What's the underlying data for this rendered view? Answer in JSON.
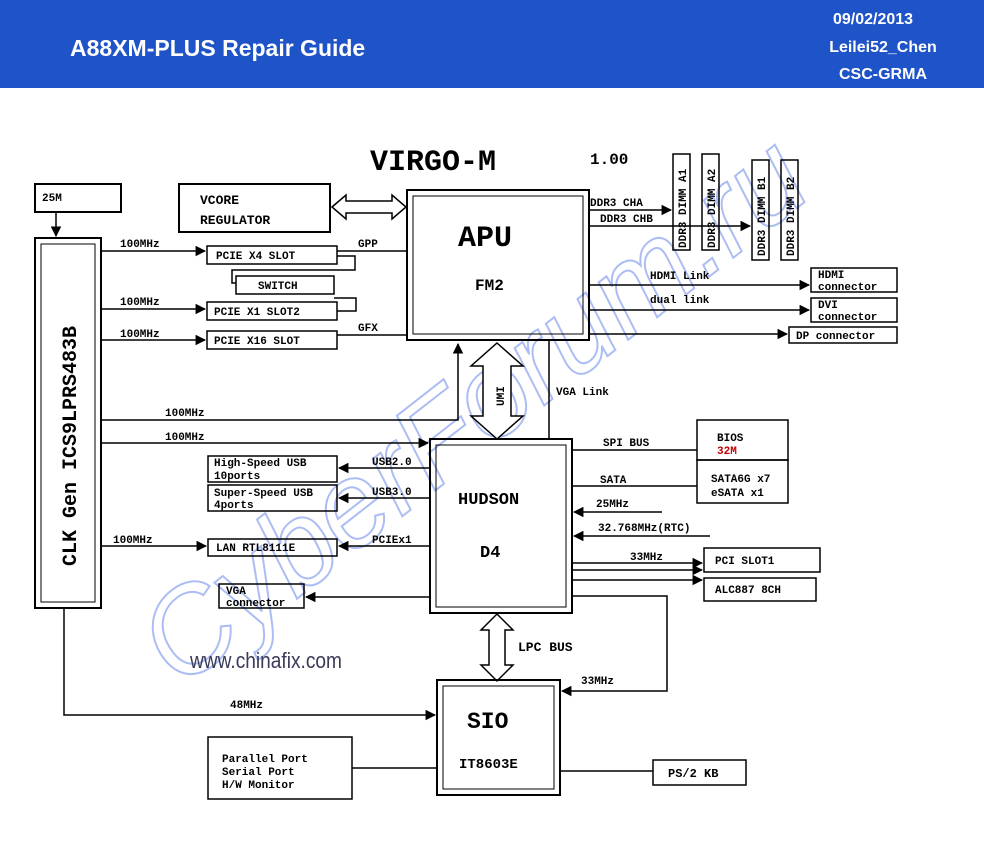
{
  "header": {
    "title": "A88XM-PLUS Repair Guide",
    "date": "09/02/2013",
    "author": "Leilei52_Chen",
    "dept": "CSC-GRMA",
    "bg_color": "#1f53c8"
  },
  "diagram": {
    "title": "VIRGO-M",
    "version": "1.00",
    "clk_osc": "25M",
    "clk_gen": "CLK Gen ICS9LPRS483B",
    "vcore": [
      "VCORE",
      "REGULATOR"
    ],
    "apu": {
      "name": "APU",
      "socket": "FM2"
    },
    "hudson": {
      "name": "HUDSON",
      "rev": "D4"
    },
    "sio": {
      "name": "SIO",
      "chip": "IT8603E"
    },
    "slots": {
      "pcie_x4": "PCIE X4 SLOT",
      "switch": "SWITCH",
      "pcie_x1": "PCIE X1 SLOT2",
      "pcie_x16": "PCIE X16 SLOT"
    },
    "clock_labels": {
      "pcie_x4": "100MHz",
      "pcie_x1": "100MHz",
      "pcie_x16": "100MHz",
      "apu": "100MHz",
      "hudson": "100MHz",
      "lan": "100MHz",
      "sio": "48MHz"
    },
    "apu_links": {
      "gpp": "GPP",
      "gfx": "GFX",
      "ddr3_cha": "DDR3 CHA",
      "ddr3_chb": "DDR3 CHB",
      "hdmi_link": "HDMI Link",
      "dual_link": "dual link",
      "umi": "UMI",
      "vga_link": "VGA Link"
    },
    "dimms": [
      "DDR3 DIMM A1",
      "DDR3 DIMM A2",
      "DDR3 DIMM B1",
      "DDR3 DIMM B2"
    ],
    "outputs": {
      "hdmi": [
        "HDMI",
        "connector"
      ],
      "dvi": [
        "DVI",
        "connector"
      ],
      "dp": "DP connector",
      "vga": [
        "VGA",
        "connector"
      ]
    },
    "hudson_left": {
      "usb2_box": [
        "High-Speed USB",
        "10ports"
      ],
      "usb2_label": "USB2.0",
      "usb3_box": [
        "Super-Speed USB",
        "4ports"
      ],
      "usb3_label": "USB3.0",
      "lan_box": "LAN RTL8111E",
      "lan_label": "PCIEx1"
    },
    "hudson_right": {
      "spi_bus": "SPI BUS",
      "bios": [
        "BIOS",
        "32M"
      ],
      "sata": "SATA",
      "sata_box": [
        "SATA6G x7",
        "eSATA x1"
      ],
      "clk25": "25MHz",
      "rtc": "32.768MHz(RTC)",
      "pci_clk": "33MHz",
      "pci_slot": "PCI SLOT1",
      "audio": "ALC887  8CH"
    },
    "lpc_bus": "LPC BUS",
    "sio_clk": "33MHz",
    "sio_left": [
      "Parallel Port",
      "Serial Port",
      "H/W Monitor"
    ],
    "ps2": "PS/2 KB",
    "bios_size_color": "#c00000"
  },
  "watermarks": {
    "chinafix": "www.chinafix.com",
    "cyberforum": "CyberForum.ru"
  }
}
